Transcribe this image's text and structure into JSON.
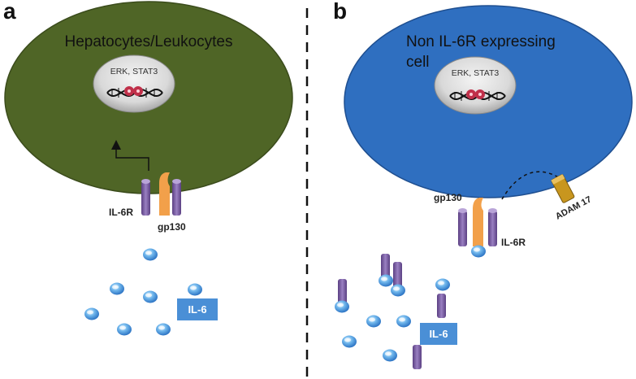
{
  "panel_a": {
    "letter": "a",
    "cell_title": "Hepatocytes/Leukocytes",
    "nucleus_label": "ERK, STAT3",
    "label_il6r": "IL-6R",
    "label_gp130": "gp130",
    "ligand_label": "IL-6"
  },
  "panel_b": {
    "letter": "b",
    "cell_title_line1": "Non IL-6R expressing",
    "cell_title_line2": "cell",
    "nucleus_label": "ERK, STAT3",
    "label_gp130": "gp130",
    "label_il6r": "IL-6R",
    "label_adam17": "ADAM 17",
    "ligand_label": "IL-6"
  },
  "colors": {
    "cell_a": "#4f6526",
    "cell_b": "#2f6fc0",
    "receptor_purple": "#7a5ea0",
    "gp130_orange": "#f2a04a",
    "adam17": "#c8961e",
    "il6_box": "#4a8fd6"
  },
  "icons": [
    "dna-helix-icon",
    "il6-molecule-icon",
    "signal-arrow-icon",
    "shedding-arrow-icon"
  ]
}
